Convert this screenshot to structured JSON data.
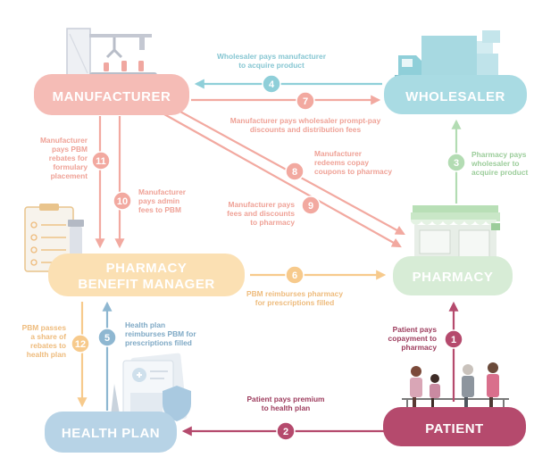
{
  "colors": {
    "manufacturer": "#f5bcb6",
    "wholesaler": "#a9dbe3",
    "pharmacy": "#d7ecd6",
    "pbm": "#fbe0b3",
    "health_plan": "#b7d3e6",
    "patient": "#b54a6d",
    "flow_salmon": "#f2a9a0",
    "flow_blue": "#8fcfd9",
    "flow_green": "#b3dcb3",
    "flow_orange": "#f7ca8c",
    "flow_steel": "#8eb7d1",
    "flow_crimson": "#b54a6d",
    "caption_salmon": "#efa297",
    "caption_blue": "#86c6d2",
    "caption_green": "#9ccd9b",
    "caption_orange": "#eebb7c",
    "caption_steel": "#7fa9c5",
    "caption_crimson": "#9d3c5d"
  },
  "nodes": {
    "manufacturer": "MANUFACTURER",
    "wholesaler": "WHOLESALER",
    "pharmacy": "PHARMACY",
    "pbm_line1": "PHARMACY",
    "pbm_line2": "BENEFIT MANAGER",
    "health_plan": "HEALTH PLAN",
    "patient": "PATIENT"
  },
  "icons": {
    "manufacturer": "factory-assembly-line-icon",
    "wholesaler": "delivery-truck-icon",
    "pharmacy": "pharmacy-storefront-icon",
    "pbm": "clipboard-checklist-icon",
    "health_plan": "insurance-form-shield-icon",
    "patient": "patients-seated-icon"
  },
  "flows": [
    {
      "step": "1",
      "from": "Patient",
      "to": "Pharmacy",
      "lines": [
        "Patient pays",
        "copayment to",
        "pharmacy"
      ]
    },
    {
      "step": "2",
      "from": "Patient",
      "to": "Health Plan",
      "lines": [
        "Patient pays premium",
        "to health plan"
      ]
    },
    {
      "step": "3",
      "from": "Pharmacy",
      "to": "Wholesaler",
      "lines": [
        "Pharmacy pays",
        "wholesaler to",
        "acquire product"
      ]
    },
    {
      "step": "4",
      "from": "Wholesaler",
      "to": "Manufacturer",
      "lines": [
        "Wholesaler pays manufacturer",
        "to acquire product"
      ]
    },
    {
      "step": "5",
      "from": "Health Plan",
      "to": "Pharmacy Benefit Manager",
      "lines": [
        "Health plan",
        "reimburses PBM for",
        "prescriptions filled"
      ]
    },
    {
      "step": "6",
      "from": "Pharmacy Benefit Manager",
      "to": "Pharmacy",
      "lines": [
        "PBM reimburses pharmacy",
        "for prescriptions filled"
      ]
    },
    {
      "step": "7",
      "from": "Manufacturer",
      "to": "Wholesaler",
      "lines": [
        "Manufacturer pays wholesaler prompt-pay",
        "discounts and distribution fees"
      ]
    },
    {
      "step": "8",
      "from": "Manufacturer",
      "to": "Pharmacy",
      "lines": [
        "Manufacturer",
        "redeems copay",
        "coupons to pharmacy"
      ]
    },
    {
      "step": "9",
      "from": "Manufacturer",
      "to": "Pharmacy",
      "lines": [
        "Manufacturer pays",
        "fees and discounts",
        "to pharmacy"
      ]
    },
    {
      "step": "10",
      "from": "Manufacturer",
      "to": "Pharmacy Benefit Manager",
      "lines": [
        "Manufacturer",
        "pays admin",
        "fees to PBM"
      ]
    },
    {
      "step": "11",
      "from": "Manufacturer",
      "to": "Pharmacy Benefit Manager",
      "lines": [
        "Manufacturer",
        "pays PBM",
        "rebates for",
        "formulary",
        "placement"
      ]
    },
    {
      "step": "12",
      "from": "Pharmacy Benefit Manager",
      "to": "Health Plan",
      "lines": [
        "PBM passes",
        "a share of",
        "rebates to",
        "health plan"
      ]
    }
  ]
}
